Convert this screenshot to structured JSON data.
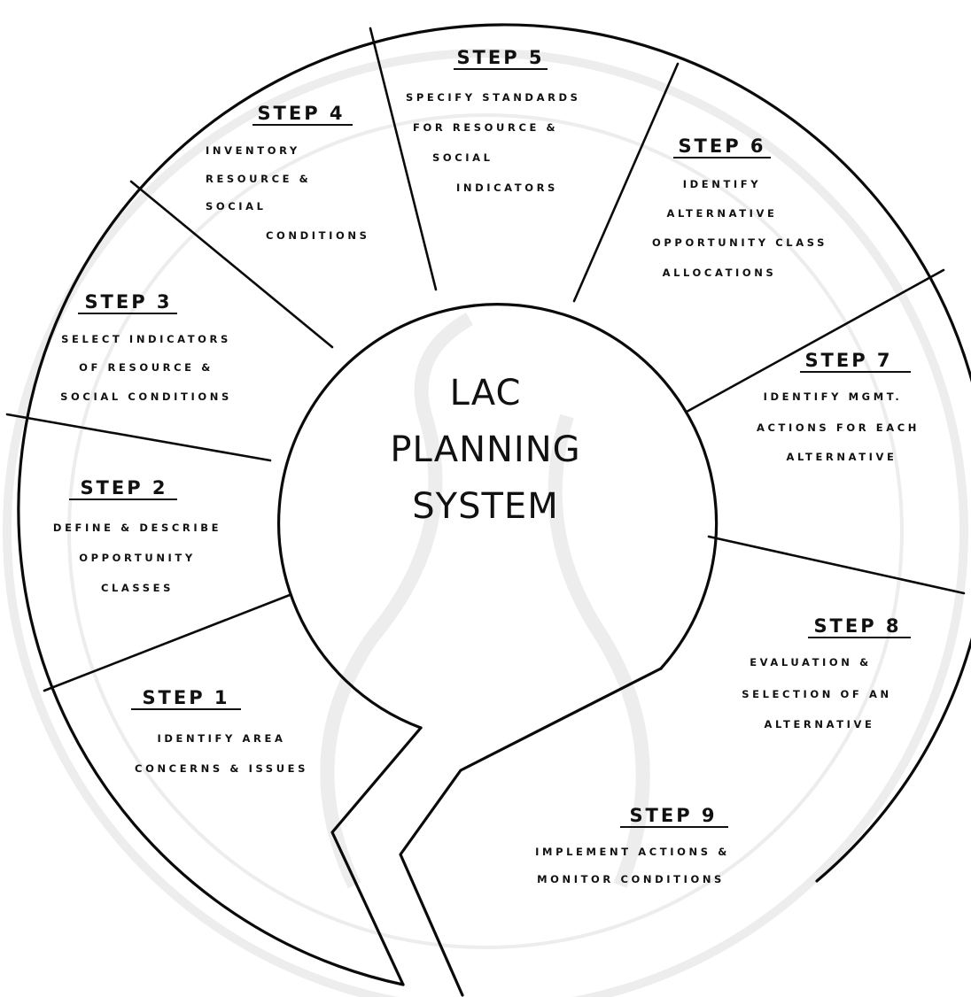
{
  "center": {
    "line1": "LAC",
    "line2": "PLANNING",
    "line3": "SYSTEM"
  },
  "steps": [
    {
      "title": "STEP 1",
      "lines": [
        "IDENTIFY AREA",
        "CONCERNS & ISSUES"
      ]
    },
    {
      "title": "STEP 2",
      "lines": [
        "DEFINE & DESCRIBE",
        "OPPORTUNITY",
        "CLASSES"
      ]
    },
    {
      "title": "STEP 3",
      "lines": [
        "SELECT INDICATORS",
        "OF RESOURCE &",
        "SOCIAL CONDITIONS"
      ]
    },
    {
      "title": "STEP 4",
      "lines": [
        "INVENTORY",
        "RESOURCE &",
        "SOCIAL",
        "CONDITIONS"
      ]
    },
    {
      "title": "STEP 5",
      "lines": [
        "SPECIFY STANDARDS",
        "FOR RESOURCE &",
        "SOCIAL",
        "INDICATORS"
      ]
    },
    {
      "title": "STEP 6",
      "lines": [
        "IDENTIFY",
        "ALTERNATIVE",
        "OPPORTUNITY CLASS",
        "ALLOCATIONS"
      ]
    },
    {
      "title": "STEP 7",
      "lines": [
        "IDENTIFY MGMT.",
        "ACTIONS FOR EACH",
        "ALTERNATIVE"
      ]
    },
    {
      "title": "STEP 8",
      "lines": [
        "EVALUATION &",
        "SELECTION OF AN",
        "ALTERNATIVE"
      ]
    },
    {
      "title": "STEP 9",
      "lines": [
        "IMPLEMENT ACTIONS &",
        "MONITOR CONDITIONS"
      ]
    }
  ],
  "colors": {
    "ink": "#0a0a0a",
    "paper": "#ffffff",
    "watermark": "#ededed"
  }
}
